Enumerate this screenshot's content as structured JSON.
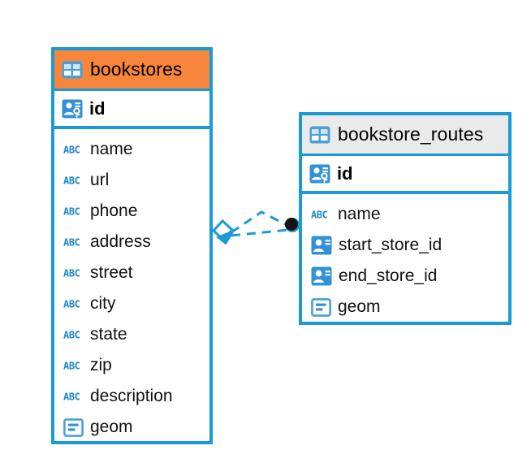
{
  "diagram": {
    "type": "entity-relationship-diagram",
    "background_color": "#ffffff",
    "accent_color": "#1b9ad6",
    "highlight_color": "#f7863c",
    "header_grey_color": "#eaeaea"
  },
  "tables": [
    {
      "name": "bookstores",
      "header_style": "orange",
      "table_icon": "table-icon",
      "primary_key": {
        "label": "id",
        "icon": "primary-key-icon"
      },
      "fields": [
        {
          "label": "name",
          "icon": "text-type-icon"
        },
        {
          "label": "url",
          "icon": "text-type-icon"
        },
        {
          "label": "phone",
          "icon": "text-type-icon"
        },
        {
          "label": "address",
          "icon": "text-type-icon"
        },
        {
          "label": "street",
          "icon": "text-type-icon"
        },
        {
          "label": "city",
          "icon": "text-type-icon"
        },
        {
          "label": "state",
          "icon": "text-type-icon"
        },
        {
          "label": "zip",
          "icon": "text-type-icon"
        },
        {
          "label": "description",
          "icon": "text-type-icon"
        },
        {
          "label": "geom",
          "icon": "geometry-type-icon"
        }
      ]
    },
    {
      "name": "bookstore_routes",
      "header_style": "grey",
      "table_icon": "table-icon",
      "primary_key": {
        "label": "id",
        "icon": "primary-key-icon"
      },
      "fields": [
        {
          "label": "name",
          "icon": "text-type-icon"
        },
        {
          "label": "start_store_id",
          "icon": "foreign-key-icon"
        },
        {
          "label": "end_store_id",
          "icon": "foreign-key-icon"
        },
        {
          "label": "geom",
          "icon": "geometry-type-icon"
        }
      ]
    }
  ],
  "relationships": [
    {
      "from_table": "bookstores",
      "to_table": "bookstore_routes",
      "line_style": "dashed",
      "source_marker": "diamond-arrow-marker",
      "target_marker": "filled-circle-marker",
      "color": "#1b9ad6"
    }
  ]
}
